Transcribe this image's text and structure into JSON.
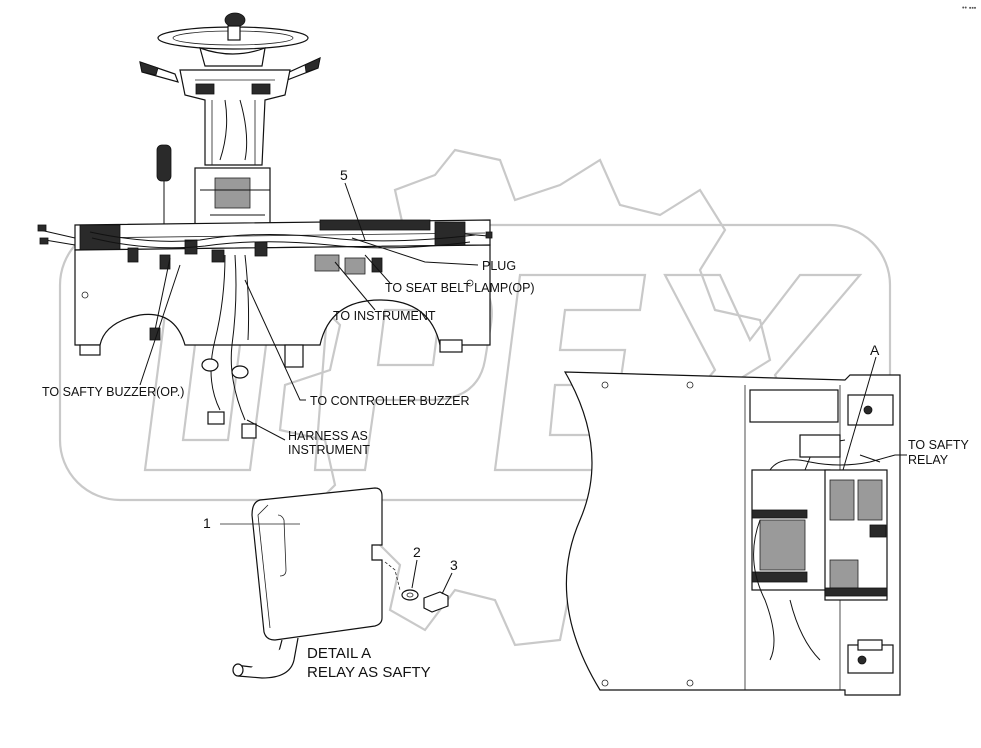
{
  "watermark": {
    "text": "OPEX"
  },
  "corner_mark": "•• ▪▪▪",
  "callouts": {
    "c1": "1",
    "c2": "2",
    "c3": "3",
    "c5": "5",
    "cA": "A"
  },
  "labels": {
    "plug": "PLUG",
    "seat_belt": "TO SEAT BELT LAMP(OP)",
    "instrument": "TO INSTRUMENT",
    "safety_buzzer": "TO SAFTY BUZZER(OP.)",
    "controller_buzzer": "TO CONTROLLER BUZZER",
    "harness_line1": "HARNESS AS",
    "harness_line2": "INSTRUMENT",
    "relay_line1": "TO SAFTY",
    "relay_line2": "RELAY",
    "detail_line1": "DETAIL A",
    "detail_line2": "RELAY AS SAFTY"
  }
}
